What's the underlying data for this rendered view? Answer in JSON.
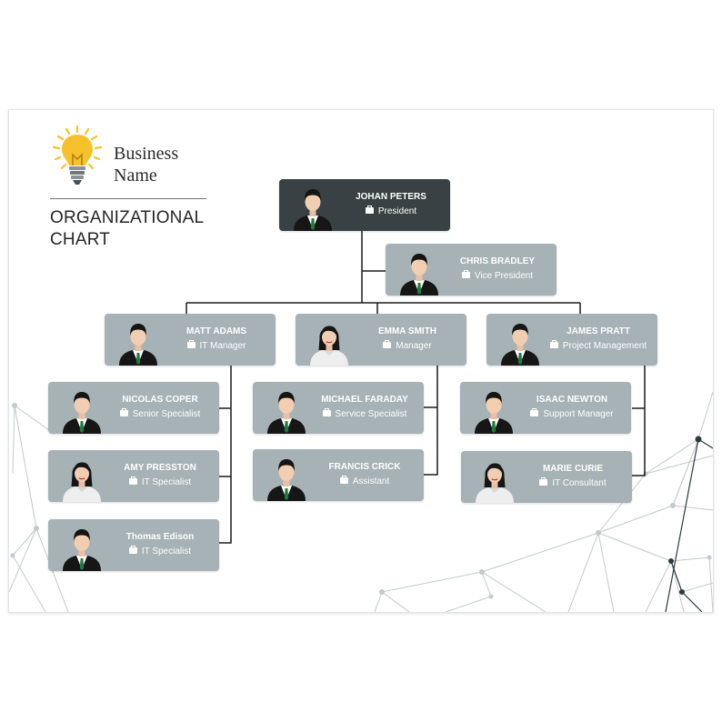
{
  "brand": {
    "name_line1": "Business",
    "name_line2": "Name",
    "title_line1": "ORGANIZATIONAL",
    "title_line2": "CHART",
    "icon": "lightbulb-icon"
  },
  "colors": {
    "card": "#a6b2b5",
    "card_top": "#394144",
    "connector": "#1b1b1b",
    "bulb": "#f7c12c"
  },
  "people": {
    "johan": {
      "name": "JOHAN PETERS",
      "role": "President",
      "avatar": "man-avatar-icon"
    },
    "chris": {
      "name": "CHRIS BRADLEY",
      "role": "Vice President",
      "avatar": "man-avatar-icon"
    },
    "matt": {
      "name": "MATT ADAMS",
      "role": "IT Manager",
      "avatar": "man-avatar-icon"
    },
    "emma": {
      "name": "EMMA SMITH",
      "role": "Manager",
      "avatar": "woman-avatar-icon"
    },
    "james": {
      "name": "JAMES PRATT",
      "role": "Project Management",
      "avatar": "man-avatar-icon"
    },
    "nicolas": {
      "name": "NICOLAS COPER",
      "role": "Senior Specialist",
      "avatar": "man-avatar-icon"
    },
    "amy": {
      "name": "AMY PRESSTON",
      "role": "IT Specialist",
      "avatar": "woman-avatar-icon"
    },
    "thomas": {
      "name": "Thomas Edison",
      "role": "IT Specialist",
      "avatar": "man-avatar-icon"
    },
    "michael": {
      "name": "MICHAEL FARADAY",
      "role": "Service Specialist",
      "avatar": "man-avatar-icon"
    },
    "francis": {
      "name": "FRANCIS CRICK",
      "role": "Assistant",
      "avatar": "man-avatar-icon"
    },
    "isaac": {
      "name": "ISAAC NEWTON",
      "role": "Support Manager",
      "avatar": "man-avatar-icon"
    },
    "marie": {
      "name": "MARIE CURIE",
      "role": "IT Consultant",
      "avatar": "woman-avatar-icon"
    }
  }
}
